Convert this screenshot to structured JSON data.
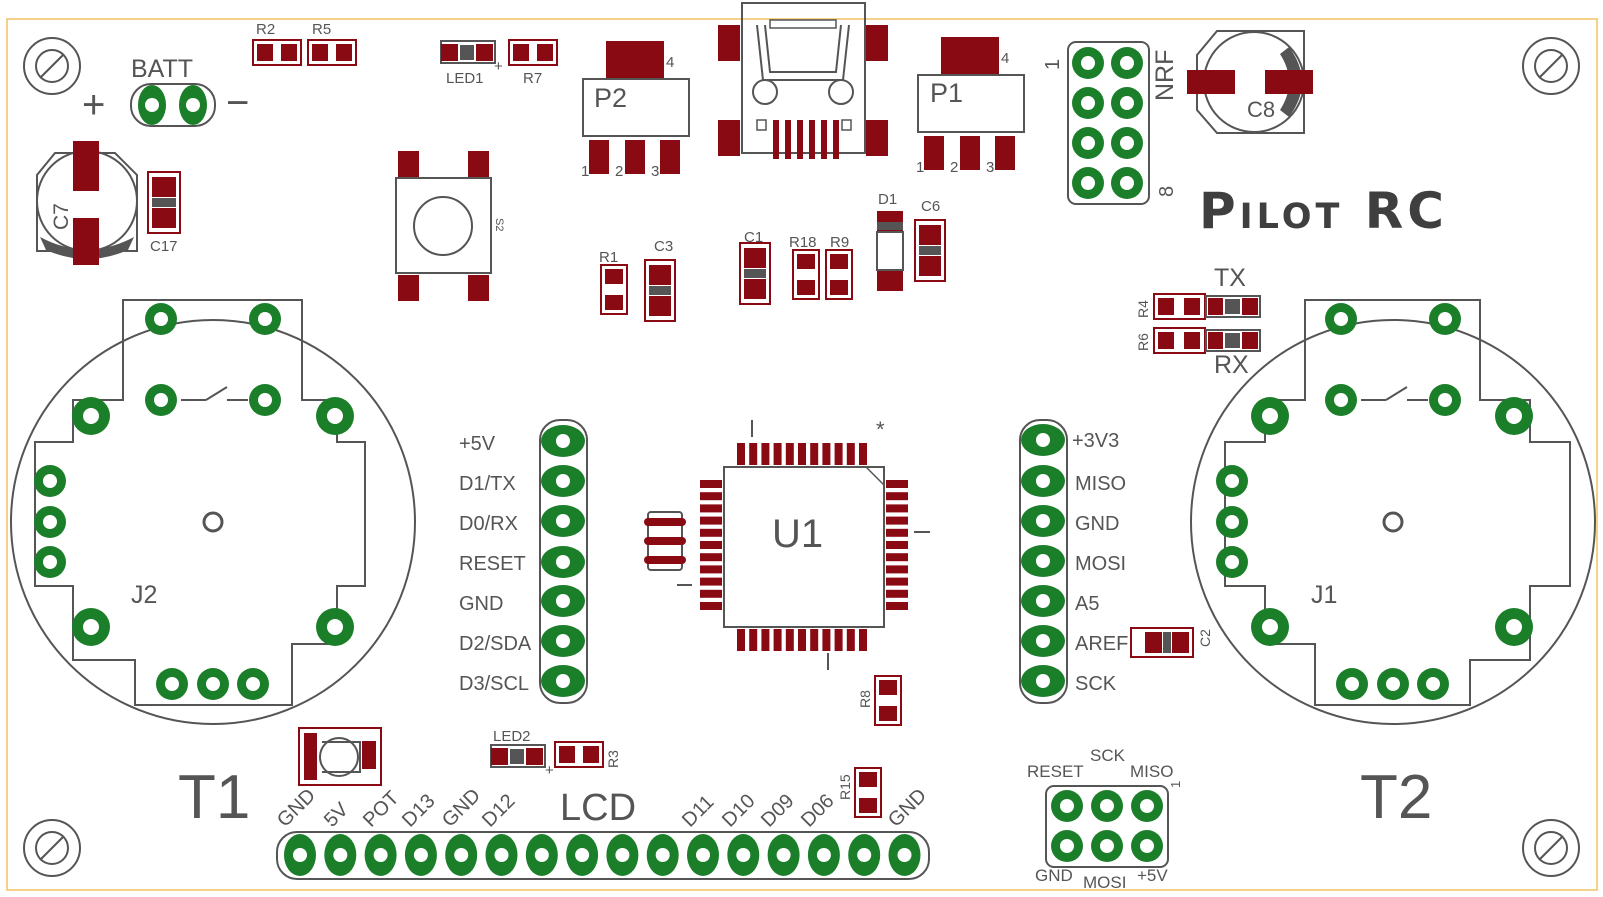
{
  "board": {
    "title": "Pilot RC",
    "colors": {
      "outline": "#f0c060",
      "silk": "#555555",
      "pad_green": "#1b7f2a",
      "pad_red": "#8a0a14",
      "title_grey": "#3f3f3f"
    }
  },
  "batt": {
    "label": "BATT",
    "plus": "+",
    "minus": "−"
  },
  "resistor_labels": [
    "R2",
    "R5",
    "R7",
    "R1",
    "R18",
    "R9",
    "R4",
    "R6",
    "R8",
    "R3",
    "R15"
  ],
  "capacitor_labels": [
    "C17",
    "C7",
    "C8",
    "C3",
    "C1",
    "C6",
    "C2"
  ],
  "led_labels": [
    "LED1",
    "LED2"
  ],
  "diode_label": "D1",
  "regulators": [
    {
      "name": "P2",
      "pins": [
        "1",
        "2",
        "3"
      ],
      "tab": "4"
    },
    {
      "name": "P1",
      "pins": [
        "1",
        "2",
        "3"
      ],
      "tab": "4"
    }
  ],
  "switch_label": "S2",
  "nrf": {
    "label": "NRF",
    "pin_first": "1",
    "pin_last": "8"
  },
  "tx_rx": {
    "tx": "TX",
    "rx": "RX"
  },
  "mcu": {
    "label": "U1",
    "marker": "*"
  },
  "left_header": [
    "+5V",
    "D1/TX",
    "D0/RX",
    "RESET",
    "GND",
    "D2/SDA",
    "D3/SCL"
  ],
  "right_header": [
    "+3V3",
    "MISO",
    "GND",
    "MOSI",
    "A5",
    "AREF",
    "SCK"
  ],
  "joysticks": [
    {
      "name": "J2",
      "caption": "T1"
    },
    {
      "name": "J1",
      "caption": "T2"
    }
  ],
  "lcd": {
    "label": "LCD",
    "left_pins": [
      "GND",
      "5V",
      "POT",
      "D13",
      "GND",
      "D12"
    ],
    "right_pins": [
      "D11",
      "D10",
      "D09",
      "D06",
      "GND"
    ]
  },
  "icsp": {
    "top": [
      "RESET",
      "SCK",
      "MISO"
    ],
    "bottom": [
      "GND",
      "MOSI",
      "+5V"
    ],
    "pin1": "1"
  }
}
